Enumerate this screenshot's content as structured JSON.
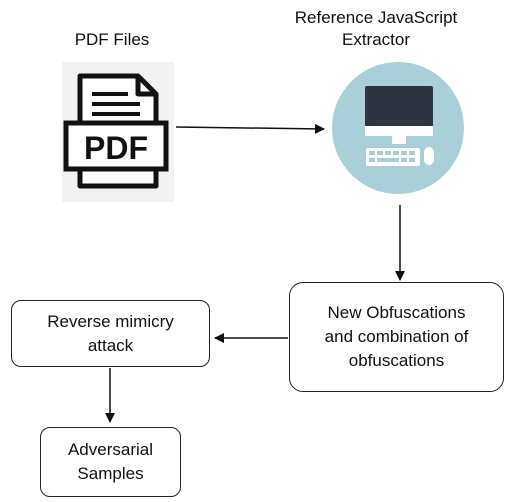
{
  "pdf_files": {
    "title": "PDF Files",
    "icon": "pdf-document-icon",
    "icon_text": "PDF"
  },
  "extractor": {
    "title_line1": "Reference JavaScript",
    "title_line2": "Extractor",
    "icon": "desktop-computer-icon"
  },
  "obfuscations": {
    "line1": "New Obfuscations",
    "line2": "and combination of",
    "line3": "obfuscations"
  },
  "reverse_mimicry": {
    "line1": "Reverse mimicry",
    "line2": "attack"
  },
  "adversarial": {
    "line1": "Adversarial",
    "line2": "Samples"
  },
  "colors": {
    "circle": "#a9cfd9",
    "monitor": "#2f3540",
    "screen_bg": "#ffffff"
  }
}
